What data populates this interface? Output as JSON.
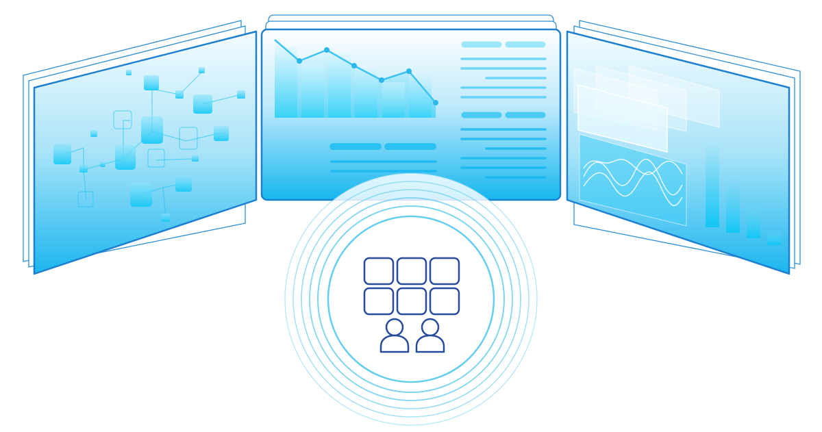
{
  "scene": {
    "colors": {
      "accent": "#1a86d0",
      "panel_top": "#ffffff",
      "panel_bottom": "#16b8f0",
      "element": "#19c6f5",
      "icon_stroke": "#254b9a",
      "ring": "#6fd0ee"
    },
    "panels": [
      {
        "name": "network-diagram-panel",
        "icon": "node-graph"
      },
      {
        "name": "dashboard-panel",
        "icon": "line-area-chart"
      },
      {
        "name": "analytics-panel",
        "icon": "waveform-bar-chart"
      }
    ],
    "center_badge": {
      "icon": "app-grid-users-icon"
    }
  }
}
